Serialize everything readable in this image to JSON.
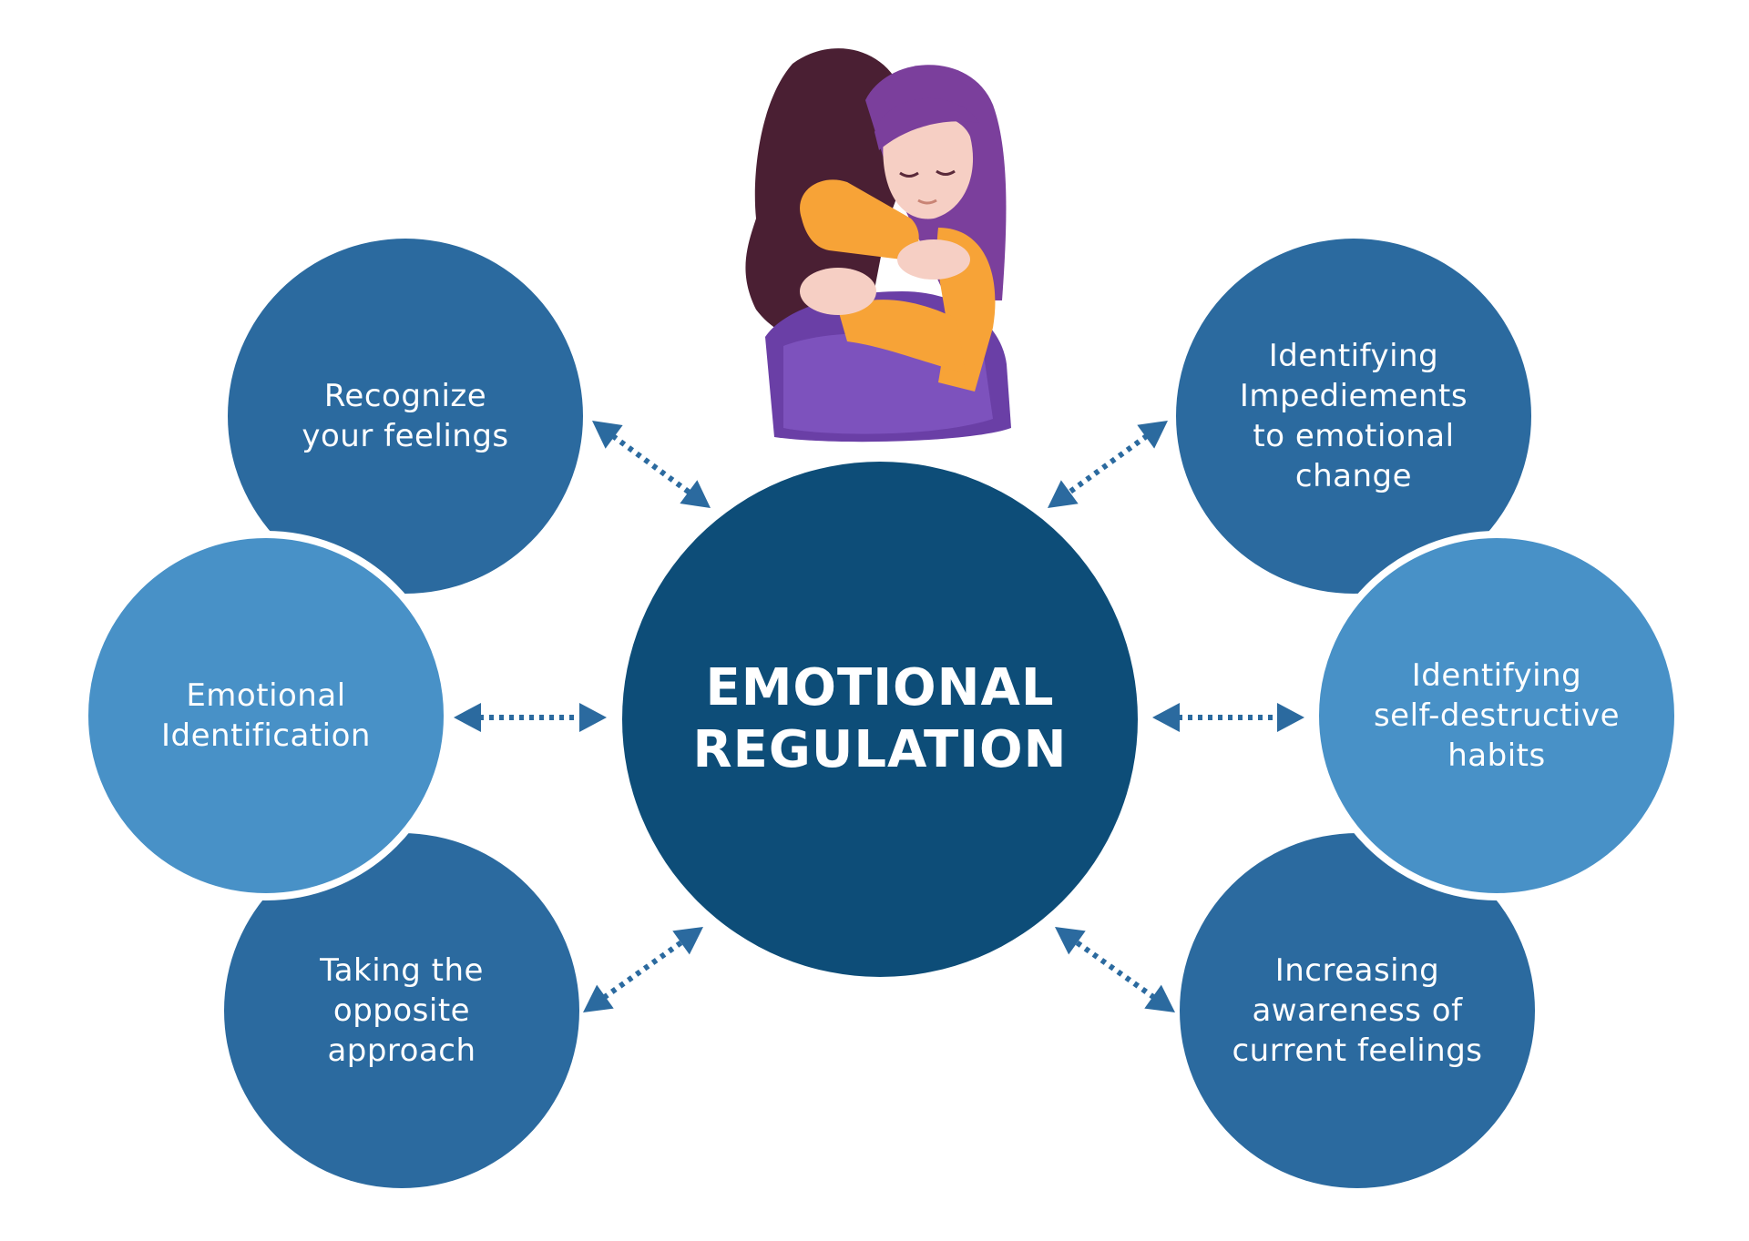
{
  "center": {
    "title_line1": "EMOTIONAL",
    "title_line2": "REGULATION"
  },
  "nodes": {
    "recognize": {
      "line1": "Recognize",
      "line2": "your feelings"
    },
    "emotional_identification": {
      "line1": "Emotional",
      "line2": "Identification"
    },
    "opposite": {
      "line1": "Taking the",
      "line2": "opposite",
      "line3": "approach"
    },
    "impediments": {
      "line1": "Identifying",
      "line2": "Impediements",
      "line3": "to emotional",
      "line4": "change"
    },
    "self_destructive": {
      "line1": "Identifying",
      "line2": "self-destructive",
      "line3": "habits"
    },
    "awareness": {
      "line1": "Increasing",
      "line2": "awareness of",
      "line3": "current feelings"
    }
  },
  "colors": {
    "center": "#0d4d78",
    "outer_dark": "#2b6a9f",
    "outer_light": "#4891c7",
    "connector": "#2b6a9f"
  }
}
